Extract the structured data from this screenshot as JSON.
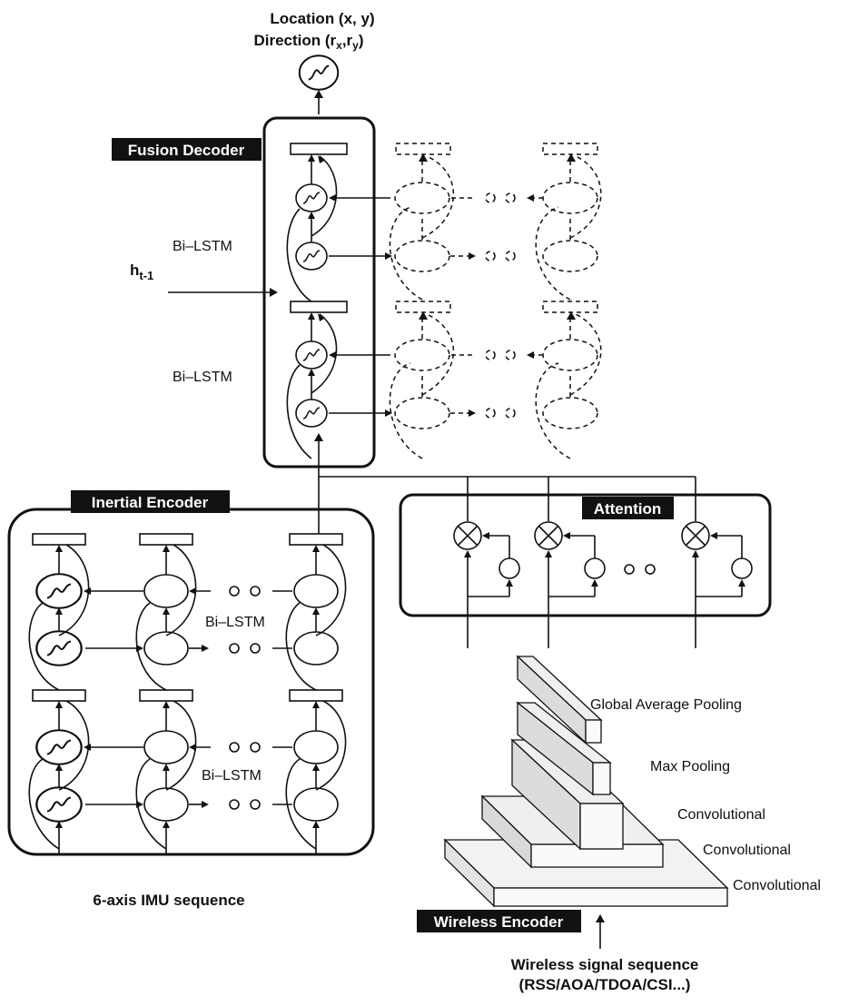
{
  "output": {
    "location_label": "Location (x, y)",
    "direction_label": "Direction (r",
    "direction_sub_x": "x",
    "direction_sep": ",r",
    "direction_sub_y": "y",
    "direction_close": ")"
  },
  "fusion_decoder": {
    "title": "Fusion Decoder",
    "bilstm_upper": "Bi–LSTM",
    "bilstm_lower": "Bi–LSTM",
    "hidden_input": "h",
    "hidden_input_sub": "t-1"
  },
  "inertial_encoder": {
    "title": "Inertial Encoder",
    "bilstm_upper": "Bi–LSTM",
    "bilstm_lower": "Bi–LSTM",
    "input_label": "6-axis IMU sequence"
  },
  "attention": {
    "title": "Attention"
  },
  "wireless_encoder": {
    "title": "Wireless Encoder",
    "layers": [
      "Global Average Pooling",
      "Max Pooling",
      "Convolutional",
      "Convolutional",
      "Convolutional"
    ],
    "input_label_line1": "Wireless signal sequence",
    "input_label_line2": "(RSS/AOA/TDOA/CSI...)"
  }
}
